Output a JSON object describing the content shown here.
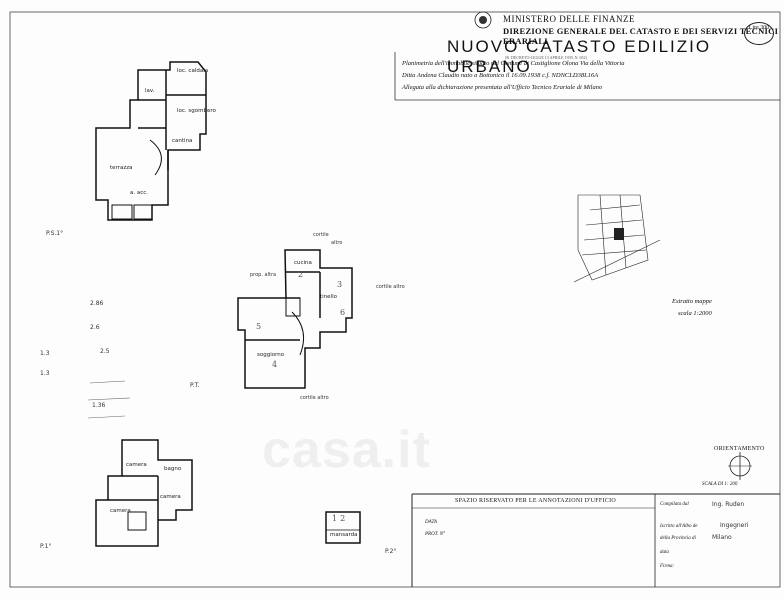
{
  "header": {
    "ministry": "MINISTERO DELLE FINANZE",
    "direction": "DIREZIONE GENERALE DEL CATASTO E DEI SERVIZI TECNICI ERARIALI",
    "title": "NUOVO CATASTO EDILIZIO URBANO",
    "subnote": "(R. DECRETO-LEGGE 13 APRILE 1939, N. 652)",
    "stamp": "Lire 300",
    "plan_line": "Planimetria dell'immobile situato nel Comune di Castiglione Olona  Via della Vittoria",
    "owner_line": "Ditta  Andena Claudio nato a Bottonico il 16.09.1938 c.f. NDNCLD38L16A",
    "allegata_line": "Allegata alla dichiarazione presentata all'Ufficio Tecnico Erariale di  Milano"
  },
  "plans": {
    "ground": {
      "rooms": [
        "loc. caldaia",
        "lav.",
        "loc. sgombero",
        "cantina",
        "terrazza",
        "a. acc."
      ],
      "label": "P.S.1°"
    },
    "middle": {
      "labels": [
        "cortile",
        "altro",
        "prop. altra",
        "cucina",
        "tinello",
        "cortile altro",
        "soggiorno",
        "cortile altro"
      ],
      "numbers": [
        "2",
        "3",
        "5",
        "4",
        "6"
      ],
      "label": "P.T."
    },
    "first": {
      "rooms": [
        "camera",
        "bagno",
        "camera",
        "camera"
      ],
      "label": "P.1°"
    },
    "small": {
      "room": "mansarda",
      "label": "P.2°",
      "number": "12"
    }
  },
  "calc": {
    "lines": [
      "2.86",
      "2.6",
      "1.3",
      "2.5",
      "1.3",
      "1.36"
    ]
  },
  "extract": {
    "label": "Estratto mappe",
    "scale": "scala 1:2000"
  },
  "orientation": {
    "label": "ORIENTAMENTO",
    "scale": "SCALA DI 1: 200"
  },
  "bottom": {
    "office_header": "SPAZIO RISERVATO PER LE ANNOTAZIONI D'UFFICIO",
    "data_label": "DATA",
    "prot_label": "PROT. N°",
    "compiled_label": "Compilata dal",
    "compiled_value": "Ing. Ruden",
    "iscritto_label": "Iscritto all'Albo de",
    "iscritto_value": "Ingegneri",
    "provincia_label": "della Provincia di",
    "provincia_value": "Milano",
    "data2_label": "data",
    "firma_label": "Firma:"
  },
  "watermark": "casa.it"
}
